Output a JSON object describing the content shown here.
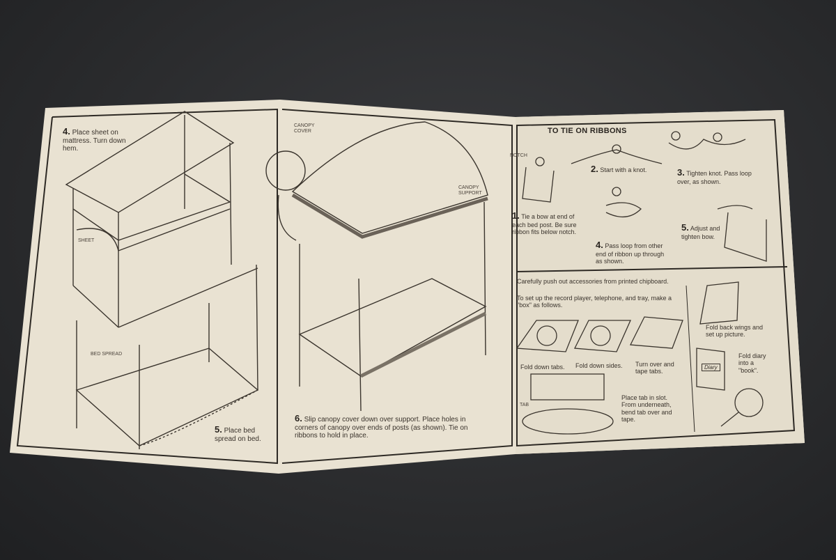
{
  "left_panel": {
    "step4_num": "4.",
    "step4_text": "Place sheet on mattress. Turn down hem.",
    "label_sheet": "SHEET",
    "label_bed_spread": "BED SPREAD",
    "step5_num": "5.",
    "step5_text": "Place bed spread on bed."
  },
  "middle_panel": {
    "label_canopy_cover": "CANOPY COVER",
    "label_canopy_support": "CANOPY SUPPORT",
    "step6_num": "6.",
    "step6_text": "Slip canopy cover down over support. Place holes in corners of canopy over ends of posts (as shown). Tie on ribbons to hold in place."
  },
  "ribbons": {
    "title": "TO TIE ON RIBBONS",
    "label_notch": "NOTCH",
    "steps": [
      {
        "num": "1.",
        "text": "Tie a bow at end of each bed post. Be sure ribbon fits below notch."
      },
      {
        "num": "2.",
        "text": "Start with a knot."
      },
      {
        "num": "3.",
        "text": "Tighten knot. Pass loop over, as shown."
      },
      {
        "num": "4.",
        "text": "Pass loop from other end of ribbon up through as shown."
      },
      {
        "num": "5.",
        "text": "Adjust and tighten bow."
      }
    ]
  },
  "accessories": {
    "intro": "Carefully push out accessories from printed chipboard.",
    "box_intro": "To set up the record player, telephone, and tray, make a \"box\" as follows.",
    "fold_tabs": "Fold down tabs.",
    "fold_sides": "Fold down sides.",
    "turn_over": "Turn over and tape tabs.",
    "label_tab": "TAB",
    "tray_text": "Place tab in slot. From underneath, bend tab over and tape.",
    "picture_text": "Fold back wings and set up picture.",
    "diary_label": "Diary",
    "diary_text": "Fold diary into a \"book\"."
  }
}
